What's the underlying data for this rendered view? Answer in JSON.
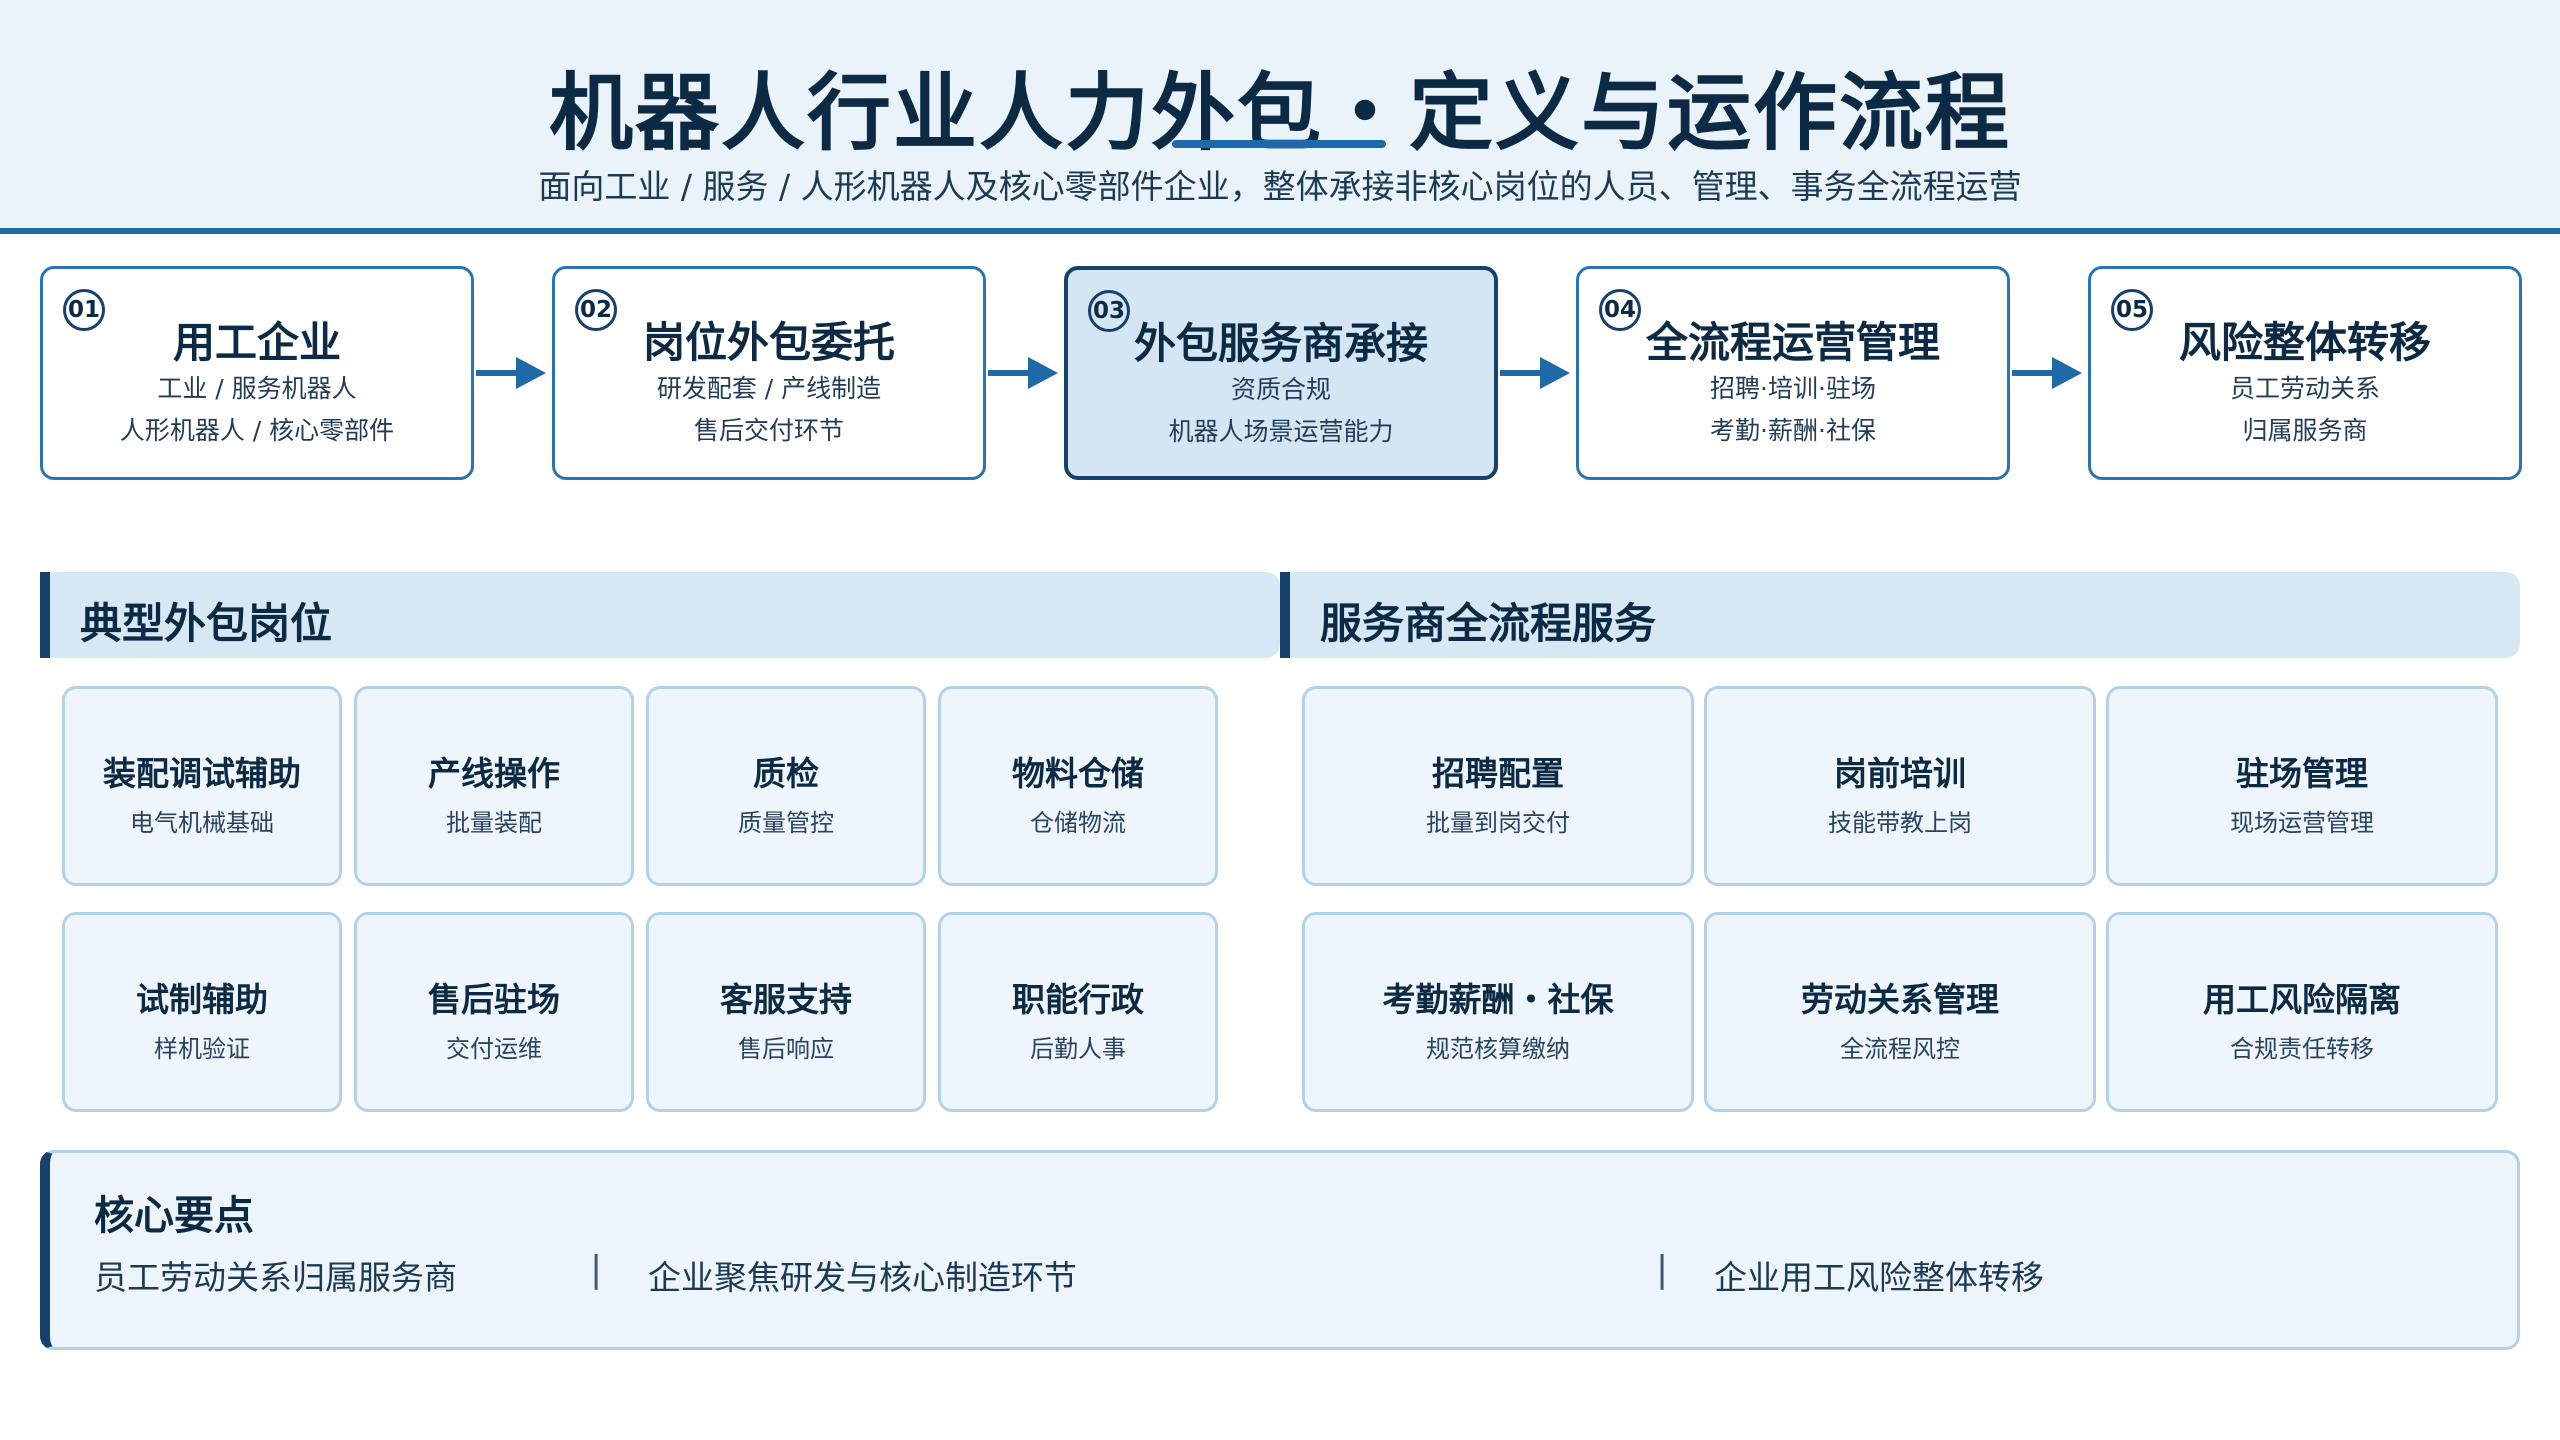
{
  "header": {
    "title": "机器人行业人力外包・定义与运作流程",
    "subtitle": "面向工业 / 服务 / 人形机器人及核心零部件企业，整体承接非核心岗位的人员、管理、事务全流程运营"
  },
  "flow": [
    {
      "num": "01",
      "title": "用工企业",
      "line1": "工业 / 服务机器人",
      "line2": "人形机器人 / 核心零部件"
    },
    {
      "num": "02",
      "title": "岗位外包委托",
      "line1": "研发配套 / 产线制造",
      "line2": "售后交付环节"
    },
    {
      "num": "03",
      "title": "外包服务商承接",
      "line1": "资质合规",
      "line2": "机器人场景运营能力"
    },
    {
      "num": "04",
      "title": "全流程运营管理",
      "line1": "招聘·培训·驻场",
      "line2": "考勤·薪酬·社保"
    },
    {
      "num": "05",
      "title": "风险整体转移",
      "line1": "员工劳动关系",
      "line2": "归属服务商"
    }
  ],
  "sections": {
    "positions_title": "典型外包岗位",
    "services_title": "服务商全流程服务"
  },
  "positions": [
    {
      "title": "装配调试辅助",
      "sub": "电气机械基础"
    },
    {
      "title": "产线操作",
      "sub": "批量装配"
    },
    {
      "title": "质检",
      "sub": "质量管控"
    },
    {
      "title": "物料仓储",
      "sub": "仓储物流"
    },
    {
      "title": "试制辅助",
      "sub": "样机验证"
    },
    {
      "title": "售后驻场",
      "sub": "交付运维"
    },
    {
      "title": "客服支持",
      "sub": "售后响应"
    },
    {
      "title": "职能行政",
      "sub": "后勤人事"
    }
  ],
  "services": [
    {
      "title": "招聘配置",
      "sub": "批量到岗交付"
    },
    {
      "title": "岗前培训",
      "sub": "技能带教上岗"
    },
    {
      "title": "驻场管理",
      "sub": "现场运营管理"
    },
    {
      "title": "考勤薪酬・社保",
      "sub": "规范核算缴纳"
    },
    {
      "title": "劳动关系管理",
      "sub": "全流程风控"
    },
    {
      "title": "用工风险隔离",
      "sub": "合规责任转移"
    }
  ],
  "key": {
    "title": "核心要点",
    "items": [
      "员工劳动关系归属服务商",
      "企业聚焦研发与核心制造环节",
      "企业用工风险整体转移"
    ],
    "separator": "|"
  },
  "colors": {
    "accent": "#1e6aa8",
    "dark": "#15416a",
    "header_bg": "#ebf3fa",
    "card_bg": "#eef5fc"
  }
}
